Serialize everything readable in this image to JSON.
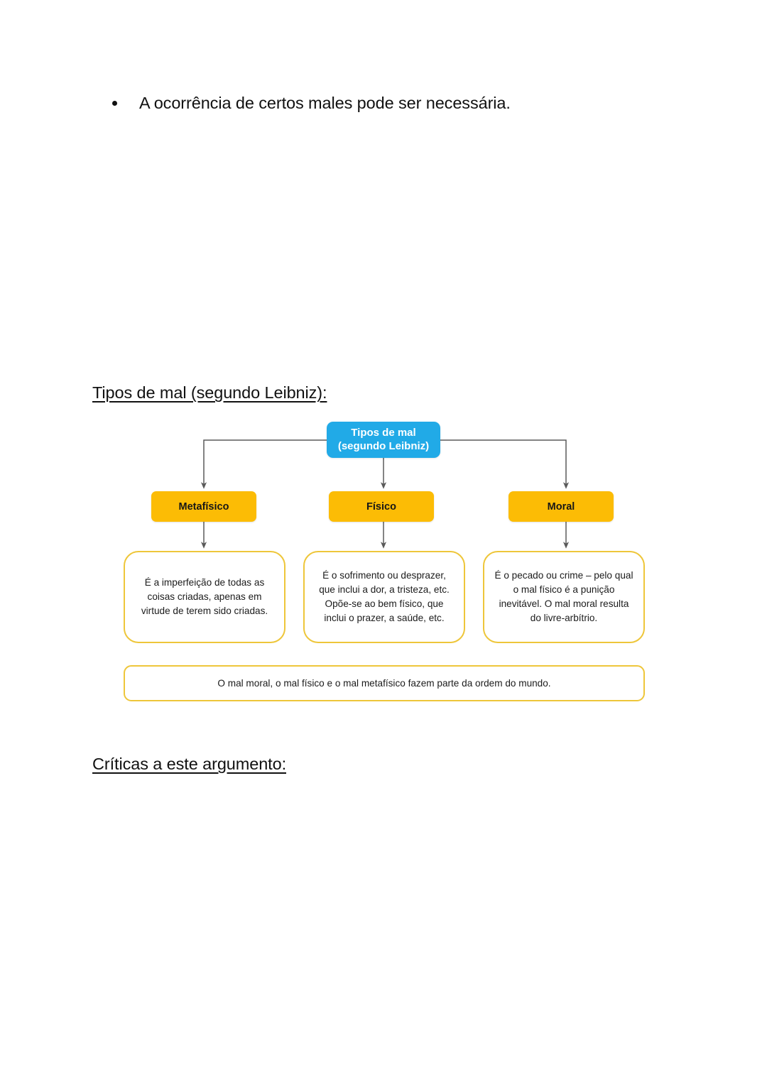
{
  "document": {
    "bullet": {
      "icon": "bullet-dot",
      "text": "A ocorrência de certos males pode ser necessária."
    },
    "headings": {
      "tipos_de_mal": "Tipos de mal (segundo Leibniz):",
      "criticas": "Críticas a este argumento:"
    }
  },
  "chart_data": {
    "type": "diagram",
    "title": "Tipos de mal (segundo Leibniz)",
    "layout": "top-down tree, one root with three branches, each branch has one description box, plus one full-width summary box at the bottom",
    "colors": {
      "root_fill": "#21AAE7",
      "root_text": "#FFFFFF",
      "category_fill": "#FCBC05",
      "category_text": "#171717",
      "description_border": "#EEC63A",
      "description_fill": "#FFFFFF",
      "connector": "#5A5A5A"
    },
    "root": {
      "label_line1": "Tipos de mal",
      "label_line2": "(segundo Leibniz)"
    },
    "branches": [
      {
        "id": "metafisico",
        "category": "Metafísico",
        "description_lines": [
          "É a imperfeição de todas as",
          "coisas criadas, apenas em",
          "virtude de terem sido criadas."
        ]
      },
      {
        "id": "fisico",
        "category": "Físico",
        "description_lines": [
          "É o sofrimento ou desprazer,",
          "que inclui a dor, a tristeza, etc.",
          "Opõe-se ao bem físico, que",
          "inclui o prazer, a saúde, etc."
        ]
      },
      {
        "id": "moral",
        "category": "Moral",
        "description_lines": [
          "É o pecado ou crime – pelo qual",
          "o mal físico é a punição",
          "inevitável. O mal moral resulta",
          "do livre-arbítrio."
        ]
      }
    ],
    "summary": "O mal moral, o mal físico e o mal metafísico fazem parte da ordem do mundo."
  }
}
